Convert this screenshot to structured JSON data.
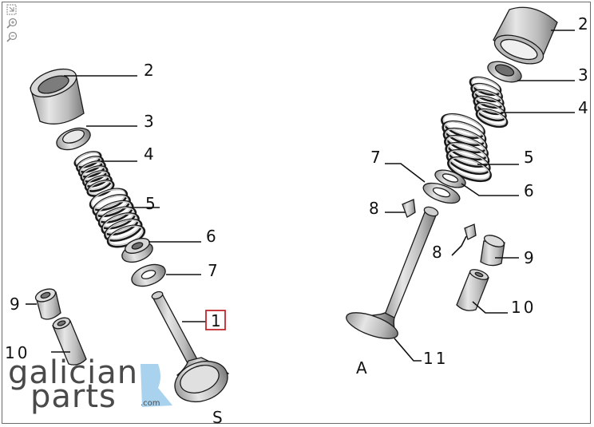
{
  "toolbar": {
    "icons": [
      "fit-page-icon",
      "zoom-in-icon",
      "zoom-out-icon"
    ]
  },
  "diagram": {
    "callouts": {
      "left_2": "2",
      "left_3": "3",
      "left_4": "4",
      "left_5": "5",
      "left_6": "6",
      "left_7": "7",
      "left_1": "1",
      "left_9": "9",
      "left_10": "10",
      "right_2": "2",
      "right_3": "3",
      "right_4": "4",
      "right_5": "5",
      "right_6": "6",
      "right_7": "7",
      "right_8a": "8",
      "right_8b": "8",
      "right_9": "9",
      "right_10": "10",
      "right_11": "11"
    },
    "view_labels": {
      "left": "S",
      "right": "A"
    },
    "highlight_color": "#c0282d"
  },
  "watermark": {
    "line1": "galician",
    "line2": "parts",
    "suffix": ".com",
    "accent": "#a9d2ee"
  }
}
